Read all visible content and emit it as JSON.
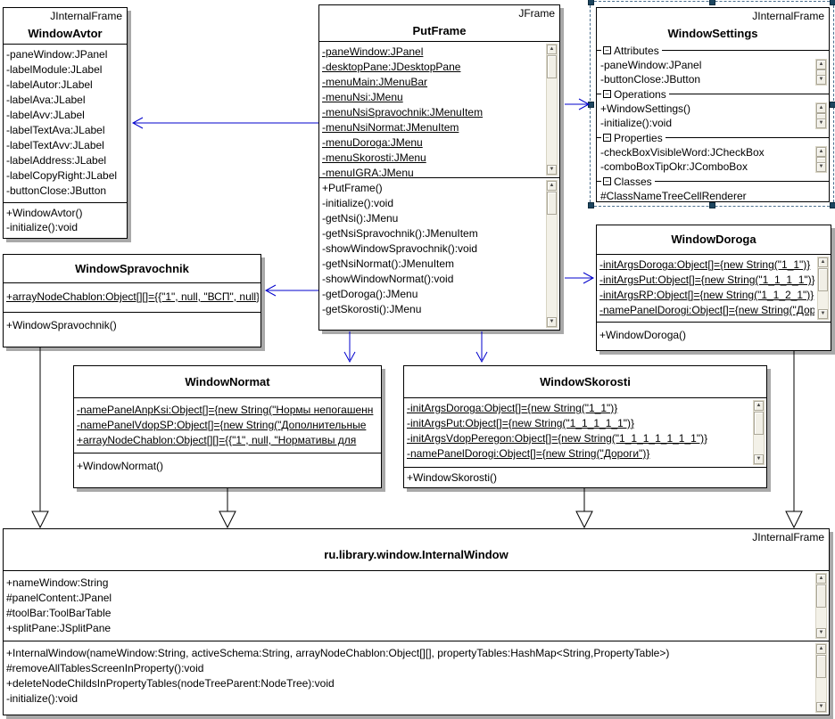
{
  "icons": {
    "scroll_up": "▲",
    "scroll_down": "▼",
    "collapse_minus": "−"
  },
  "colors": {
    "association_arrow": "#0000cc",
    "generalization_line": "#000000",
    "selection_border": "#4a6f8e",
    "selection_handle": "#1c455f",
    "box_shadow": "#a9a9a9"
  },
  "classes": {
    "avtor": {
      "stereotype": "JInternalFrame",
      "name": "WindowAvtor",
      "attributes": [
        "-paneWindow:JPanel",
        "-labelModule:JLabel",
        "-labelAutor:JLabel",
        "-labelAva:JLabel",
        "-labelAvv:JLabel",
        "-labelTextAva:JLabel",
        "-labelTextAvv:JLabel",
        "-labelAddress:JLabel",
        "-labelCopyRight:JLabel",
        "-buttonClose:JButton"
      ],
      "methods": [
        "+WindowAvtor()",
        "-initialize():void"
      ]
    },
    "putframe": {
      "stereotype": "JFrame",
      "name": "PutFrame",
      "attributes": [
        "-paneWindow:JPanel",
        "-desktopPane:JDesktopPane",
        "-menuMain:JMenuBar",
        "-menuNsi:JMenu",
        "-menuNsiSpravochnik:JMenuItem",
        "-menuNsiNormat:JMenuItem",
        "-menuDoroga:JMenu",
        "-menuSkorosti:JMenu",
        "-menuIGRA:JMenu"
      ],
      "methods": [
        "+PutFrame()",
        "-initialize():void",
        "-getNsi():JMenu",
        "-getNsiSpravochnik():JMenuItem",
        "-showWindowSpravochnik():void",
        "-getNsiNormat():JMenuItem",
        "-showWindowNormat():void",
        "-getDoroga():JMenu",
        "-getSkorosti():JMenu"
      ]
    },
    "settings": {
      "stereotype": "JInternalFrame",
      "name": "WindowSettings",
      "sections": [
        {
          "label": "Attributes",
          "items": [
            "-paneWindow:JPanel",
            "-buttonClose:JButton"
          ]
        },
        {
          "label": "Operations",
          "items": [
            "+WindowSettings()",
            "-initialize():void"
          ]
        },
        {
          "label": "Properties",
          "items": [
            "-checkBoxVisibleWord:JCheckBox",
            "-comboBoxTipOkr:JComboBox"
          ]
        },
        {
          "label": "Classes",
          "items": [
            "#ClassNameTreeCellRenderer"
          ]
        }
      ]
    },
    "spravochnik": {
      "name": "WindowSpravochnik",
      "attributes": [
        "+arrayNodeChablon:Object[][]={{\"1\", null, \"ВСП\", null},"
      ],
      "methods": [
        "+WindowSpravochnik()"
      ]
    },
    "doroga": {
      "name": "WindowDoroga",
      "attributes": [
        "-initArgsDoroga:Object[]={new String(\"1_1\")}",
        "-initArgsPut:Object[]={new String(\"1_1_1_1\")}",
        "-initArgsRP:Object[]={new String(\"1_1_2_1\")}",
        "-namePanelDorogi:Object[]={new String(\"Дороги\")}"
      ],
      "methods": [
        "+WindowDoroga()"
      ]
    },
    "normat": {
      "name": "WindowNormat",
      "attributes": [
        "-namePanelAnpKsi:Object[]={new String(\"Нормы непогашенн",
        "-namePanelVdopSP:Object[]={new String(\"Дополнительные",
        "+arrayNodeChablon:Object[][]={{\"1\", null, \"Нормативы для"
      ],
      "methods": [
        "+WindowNormat()"
      ]
    },
    "skorosti": {
      "name": "WindowSkorosti",
      "attributes": [
        "-initArgsDoroga:Object[]={new String(\"1_1\")}",
        "-initArgsPut:Object[]={new String(\"1_1_1_1_1\")}",
        "-initArgsVdopPeregon:Object[]={new String(\"1_1_1_1_1_1_1\")}",
        "-namePanelDorogi:Object[]={new String(\"Дороги\")}"
      ],
      "methods": [
        "+WindowSkorosti()"
      ]
    },
    "internalwindow": {
      "stereotype": "JInternalFrame",
      "name": "ru.library.window.InternalWindow",
      "attributes": [
        "+nameWindow:String",
        "#panelContent:JPanel",
        "#toolBar:ToolBarTable",
        "+splitPane:JSplitPane"
      ],
      "methods": [
        "+InternalWindow(nameWindow:String, activeSchema:String, arrayNodeChablon:Object[][], propertyTables:HashMap<String,PropertyTable>)",
        "#removeAllTablesScreenInProperty():void",
        "+deleteNodeChildsInPropertyTables(nodeTreeParent:NodeTree):void",
        "-initialize():void"
      ]
    }
  }
}
